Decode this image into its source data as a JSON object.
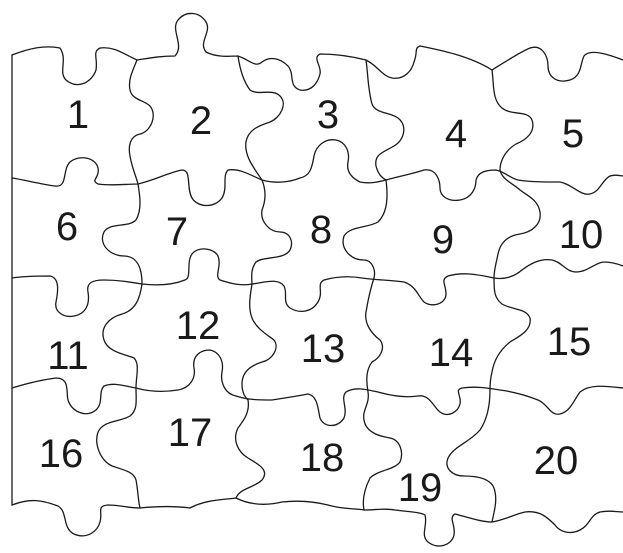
{
  "pieces": [
    {
      "number": "1"
    },
    {
      "number": "2"
    },
    {
      "number": "3"
    },
    {
      "number": "4"
    },
    {
      "number": "5"
    },
    {
      "number": "6"
    },
    {
      "number": "7"
    },
    {
      "number": "8"
    },
    {
      "number": "9"
    },
    {
      "number": "10"
    },
    {
      "number": "11"
    },
    {
      "number": "12"
    },
    {
      "number": "13"
    },
    {
      "number": "14"
    },
    {
      "number": "15"
    },
    {
      "number": "16"
    },
    {
      "number": "17"
    },
    {
      "number": "18"
    },
    {
      "number": "19"
    },
    {
      "number": "20"
    }
  ],
  "colors": {
    "line": "#1a1a1a",
    "background": "#ffffff"
  }
}
